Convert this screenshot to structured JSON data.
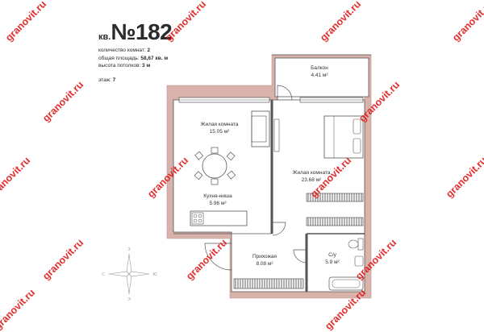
{
  "header": {
    "prefix": "кв.",
    "number": "№182"
  },
  "info": {
    "rooms_label": "количество комнат:",
    "rooms_value": "2",
    "area_label": "общая площадь:",
    "area_value": "58,67 кв. м",
    "ceiling_label": "высота потолков:",
    "ceiling_value": "3 м",
    "floor_label": "этаж:",
    "floor_value": "7"
  },
  "rooms": {
    "balcony": {
      "name": "Балкон",
      "area": "4.41 м²"
    },
    "living1": {
      "name": "Жилая комната",
      "area": "15.05 м²"
    },
    "living2": {
      "name": "Жилая комната",
      "area": "23.68 м²"
    },
    "kitchen": {
      "name": "Кухня-ниша",
      "area": "5.96 м²"
    },
    "hall": {
      "name": "Прихожая",
      "area": "8.08 м²"
    },
    "bath": {
      "name": "С/у",
      "area": "5.9 м²"
    }
  },
  "compass": {
    "n": "З",
    "s": "Э",
    "w": "С",
    "e": "Ю"
  },
  "watermark": {
    "text": "granovit.ru",
    "color": "#e01818"
  },
  "colors": {
    "wall": "#d8b2ab",
    "line": "#555555"
  }
}
